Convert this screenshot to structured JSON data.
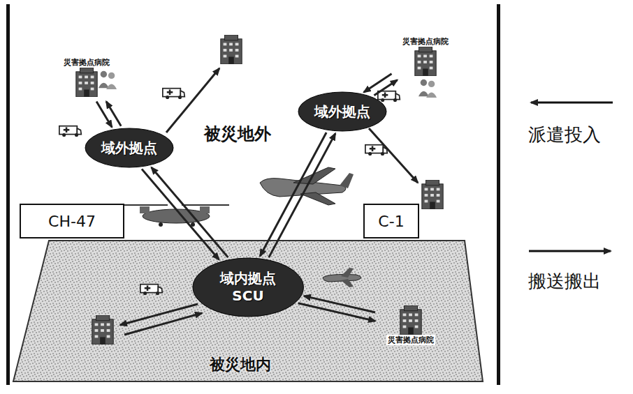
{
  "diagram": {
    "nodes": [
      {
        "text": [
          "災害拠点病院"
        ]
      },
      {
        "text": [
          "災害拠点病院"
        ]
      },
      {
        "text": [
          "域外拠点"
        ]
      },
      {
        "text": [
          "域外拠点"
        ]
      },
      {
        "text": [
          "CH-47"
        ]
      },
      {
        "text": [
          "C-1"
        ]
      },
      {
        "text": [
          "被災地内"
        ]
      },
      {
        "text": [
          "域内拠点 SCU"
        ],
        "in": 6
      },
      {
        "text": [
          "災害拠点病院"
        ],
        "in": 6
      }
    ],
    "edges": [
      {
        "from": 0,
        "to": 2,
        "arrow": "to"
      },
      {
        "from": 2,
        "to": 0,
        "arrow": "to"
      },
      {
        "from": 1,
        "to": 3,
        "arrow": "to"
      },
      {
        "from": 3,
        "to": 1,
        "arrow": "to"
      },
      {
        "from": 7,
        "to": 2,
        "arrow": "to"
      },
      {
        "from": 2,
        "to": 7,
        "arrow": "to"
      },
      {
        "from": 7,
        "to": 3,
        "arrow": "to"
      },
      {
        "from": 3,
        "to": 7,
        "arrow": "to"
      },
      {
        "from": 7,
        "to": 8,
        "arrow": "to"
      },
      {
        "from": 8,
        "to": 7,
        "arrow": "to"
      }
    ],
    "labels": [
      "被災地外"
    ],
    "legend": [
      {
        "text": "派遣投入"
      },
      {
        "text": "搬送搬出"
      }
    ]
  }
}
